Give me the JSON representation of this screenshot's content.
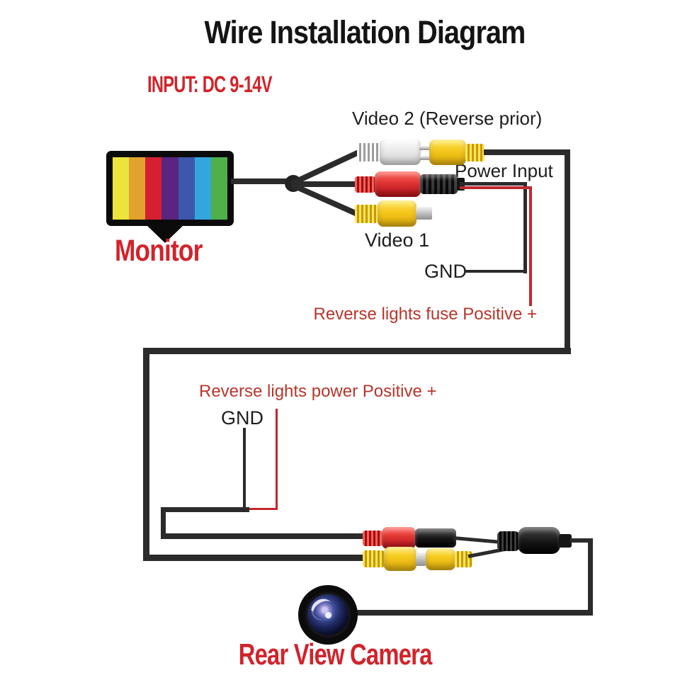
{
  "title": "Wire Installation Diagram",
  "input_rating": "INPUT: DC 9-14V",
  "monitor": {
    "label": "Monitor",
    "bar_colors": [
      "#ece43c",
      "#e2a32e",
      "#d6202f",
      "#5a2580",
      "#3d58aa",
      "#33a6e0",
      "#4fb04a"
    ]
  },
  "harness": {
    "video2_label": "Video 2 (Reverse prior)",
    "power_input_label": "Power Input",
    "video1_label": "Video 1",
    "gnd_top_label": "GND",
    "reverse_fuse_label": "Reverse lights fuse Positive +",
    "reverse_power_label": "Reverse lights power Positive +",
    "gnd_bottom_label": "GND"
  },
  "camera": {
    "label": "Rear View Camera"
  },
  "colors": {
    "label_red": "#d2232b",
    "annotation_red": "#b8352a",
    "wire_black": "#2b2b2b",
    "wire_red": "#c1272d",
    "rca_yellow": "#f5c71a",
    "rca_red": "#e03434",
    "rca_white": "#f2f2f2"
  }
}
